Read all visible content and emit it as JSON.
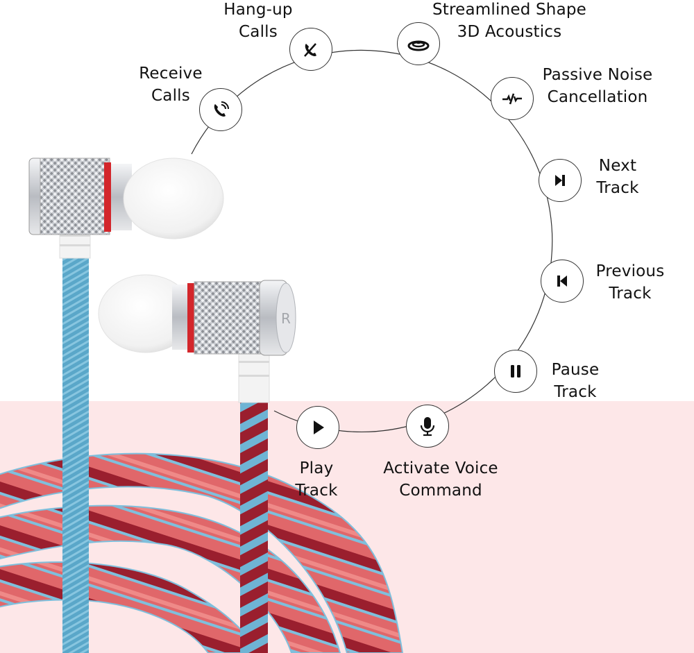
{
  "image": {
    "type": "product-feature-infographic",
    "subject": "in-ear earphones with braided cable",
    "colors": {
      "background_top": "#ffffff",
      "background_bottom": "#fde7e8",
      "cable_blue": "#5aa7c9",
      "cable_red": "#e06565",
      "cable_dark_red": "#9a1f2e",
      "accent_ring_red": "#d3262b",
      "metal_silver": "#cfd2d6",
      "eartip_white": "#f4f4f4",
      "text": "#111111"
    },
    "earbud_marking": "R"
  },
  "features": [
    {
      "id": "receive-calls",
      "icon": "phone-ringing-icon",
      "line1": "Receive",
      "line2": "Calls"
    },
    {
      "id": "hang-up-calls",
      "icon": "phone-hangup-icon",
      "line1": "Hang-up",
      "line2": "Calls"
    },
    {
      "id": "streamlined-shape",
      "icon": "sound-rings-icon",
      "line1": "Streamlined Shape",
      "line2": "3D Acoustics"
    },
    {
      "id": "passive-noise-cancellation",
      "icon": "noise-cancel-icon",
      "line1": "Passive Noise",
      "line2": "Cancellation"
    },
    {
      "id": "next-track",
      "icon": "skip-next-icon",
      "line1": "Next",
      "line2": "Track"
    },
    {
      "id": "previous-track",
      "icon": "skip-previous-icon",
      "line1": "Previous",
      "line2": "Track"
    },
    {
      "id": "pause-track",
      "icon": "pause-icon",
      "line1": "Pause",
      "line2": "Track"
    },
    {
      "id": "activate-voice-command",
      "icon": "microphone-icon",
      "line1": "Activate Voice",
      "line2": "Command"
    },
    {
      "id": "play-track",
      "icon": "play-icon",
      "line1": "Play",
      "line2": "Track"
    }
  ]
}
